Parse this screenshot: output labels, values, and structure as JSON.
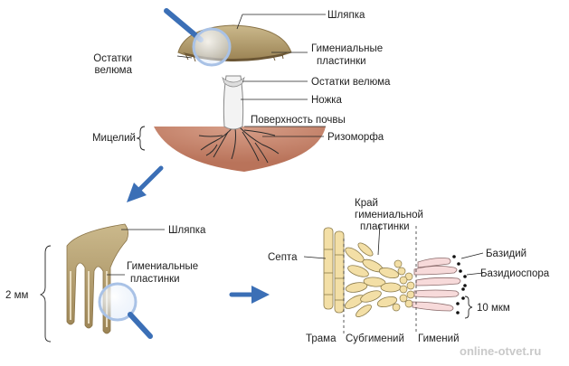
{
  "labels": {
    "cap": "Шляпка",
    "veil_left_1": "Остатки",
    "veil_left_2": "велюма",
    "gills_1": "Гимениальные",
    "gills_2": "пластинки",
    "veil_right": "Остатки велюма",
    "stem": "Ножка",
    "soil": "Поверхность почвы",
    "mycelium": "Мицелий",
    "rhizomorph": "Ризоморфа",
    "cap2": "Шляпка",
    "gills2_1": "Гимениальные",
    "gills2_2": "пластинки",
    "scale_2mm": "2 мм",
    "edge_1": "Край",
    "edge_2": "гимениальной",
    "edge_3": "пластинки",
    "septum": "Септа",
    "basidium": "Базидий",
    "basidiospore": "Базидиоспора",
    "scale_10um": "10 мкм",
    "trama": "Трама",
    "subhymenium": "Субгимений",
    "hymenium": "Гимений",
    "watermark": "online-otvet.ru"
  },
  "colors": {
    "cap": "#b5a070",
    "soil": "#c98a6e",
    "stem": "#f2f2f2",
    "hypha": "#f3dfa6",
    "arrow_blue": "#3b6fb6",
    "magnifier_ring": "#a9c2e6"
  }
}
